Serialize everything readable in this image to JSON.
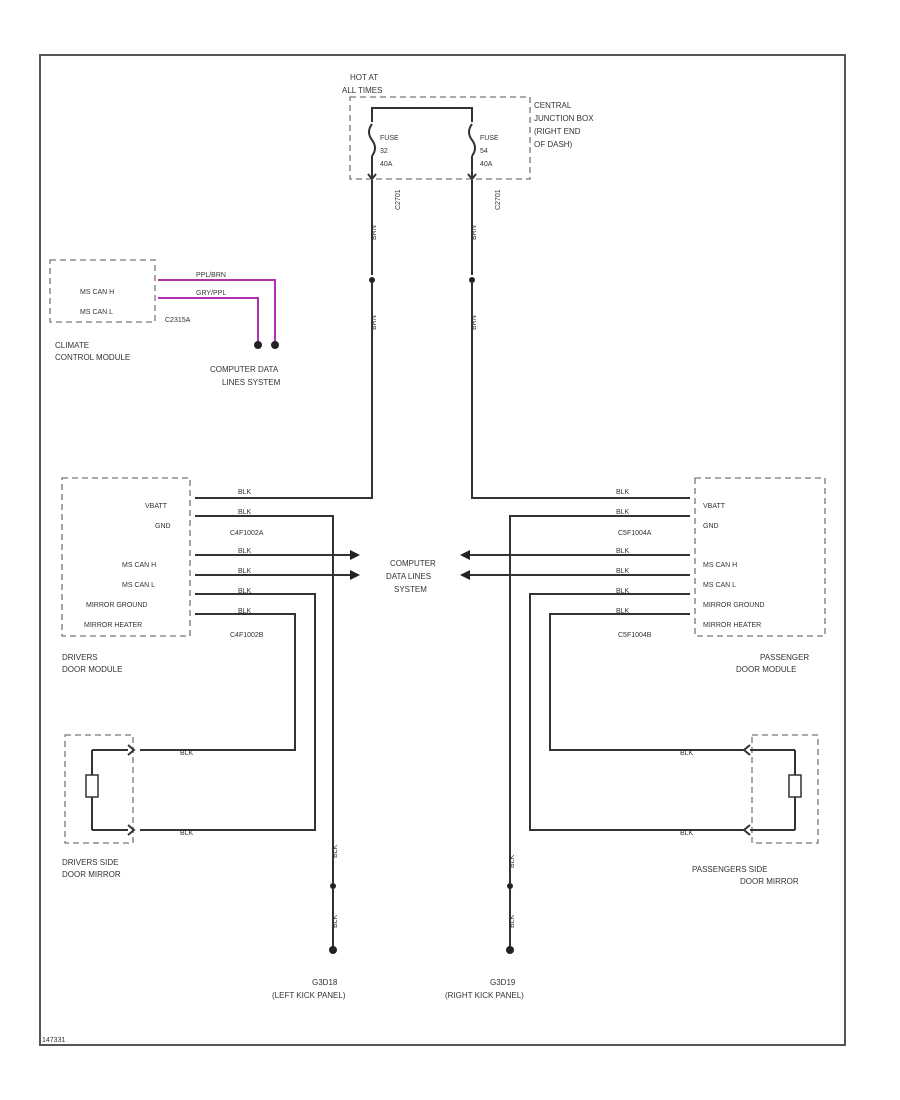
{
  "fuse_block": {
    "hot_at": "HOT AT",
    "hot_at_2": "ALL TIMES",
    "box_name": [
      "CENTRAL",
      "JUNCTION BOX",
      "(RIGHT END",
      "OF DASH)"
    ],
    "fuse_left": [
      "FUSE",
      "32",
      "40A"
    ],
    "fuse_right": [
      "FUSE",
      "54",
      "40A"
    ],
    "conn_left": "C2701",
    "conn_right": "C2701",
    "wire_left": "BRN",
    "wire_right": "BRN"
  },
  "climate_module": {
    "name": [
      "CLIMATE",
      "CONTROL MODULE"
    ],
    "pins": [
      "MS CAN H",
      "MS CAN L"
    ],
    "wires": [
      "PPL/BRN",
      "GRY/PPL"
    ],
    "connector": "C2315A",
    "link": [
      "COMPUTER DATA",
      "LINES SYSTEM"
    ]
  },
  "drivers_door_module": {
    "name": [
      "DRIVERS",
      "DOOR MODULE"
    ],
    "pins": [
      "VBATT",
      "GND",
      "MS CAN H",
      "MS CAN L",
      "MIRROR GROUND",
      "MIRROR HEATER"
    ],
    "wires": [
      "BLK",
      "BLK",
      "BLK",
      "BLK",
      "BLK",
      "BLK"
    ],
    "connector_a": "C4F1002A",
    "connector_b": "C4F1002B"
  },
  "passenger_door_module": {
    "name": [
      "PASSENGER",
      "DOOR MODULE"
    ],
    "pins": [
      "VBATT",
      "GND",
      "MS CAN H",
      "MS CAN L",
      "MIRROR GROUND",
      "MIRROR HEATER"
    ],
    "wires": [
      "BLK",
      "BLK",
      "BLK",
      "BLK",
      "BLK",
      "BLK"
    ],
    "connector_a": "C5F1004A",
    "connector_b": "C5F1004B"
  },
  "center_link": [
    "COMPUTER",
    "DATA LINES",
    "SYSTEM"
  ],
  "drivers_mirror": {
    "name": [
      "DRIVERS SIDE",
      "DOOR MIRROR"
    ],
    "wires": [
      "BLK",
      "BLK"
    ]
  },
  "passenger_mirror": {
    "name": [
      "PASSENGERS SIDE",
      "DOOR MIRROR"
    ],
    "wires": [
      "BLK",
      "BLK"
    ]
  },
  "ground_left": {
    "wire_top": "BLK",
    "wire_bottom": "BLK",
    "name": [
      "G3D18",
      "(LEFT KICK PANEL)"
    ]
  },
  "ground_right": {
    "wire_top": "BLK",
    "wire_bottom": "BLK",
    "name": [
      "G3D19",
      "(RIGHT KICK PANEL)"
    ]
  },
  "footer": "147331",
  "colors": {
    "wire": "#333333",
    "can_wire": "#b030b0",
    "frame": "#555555"
  }
}
